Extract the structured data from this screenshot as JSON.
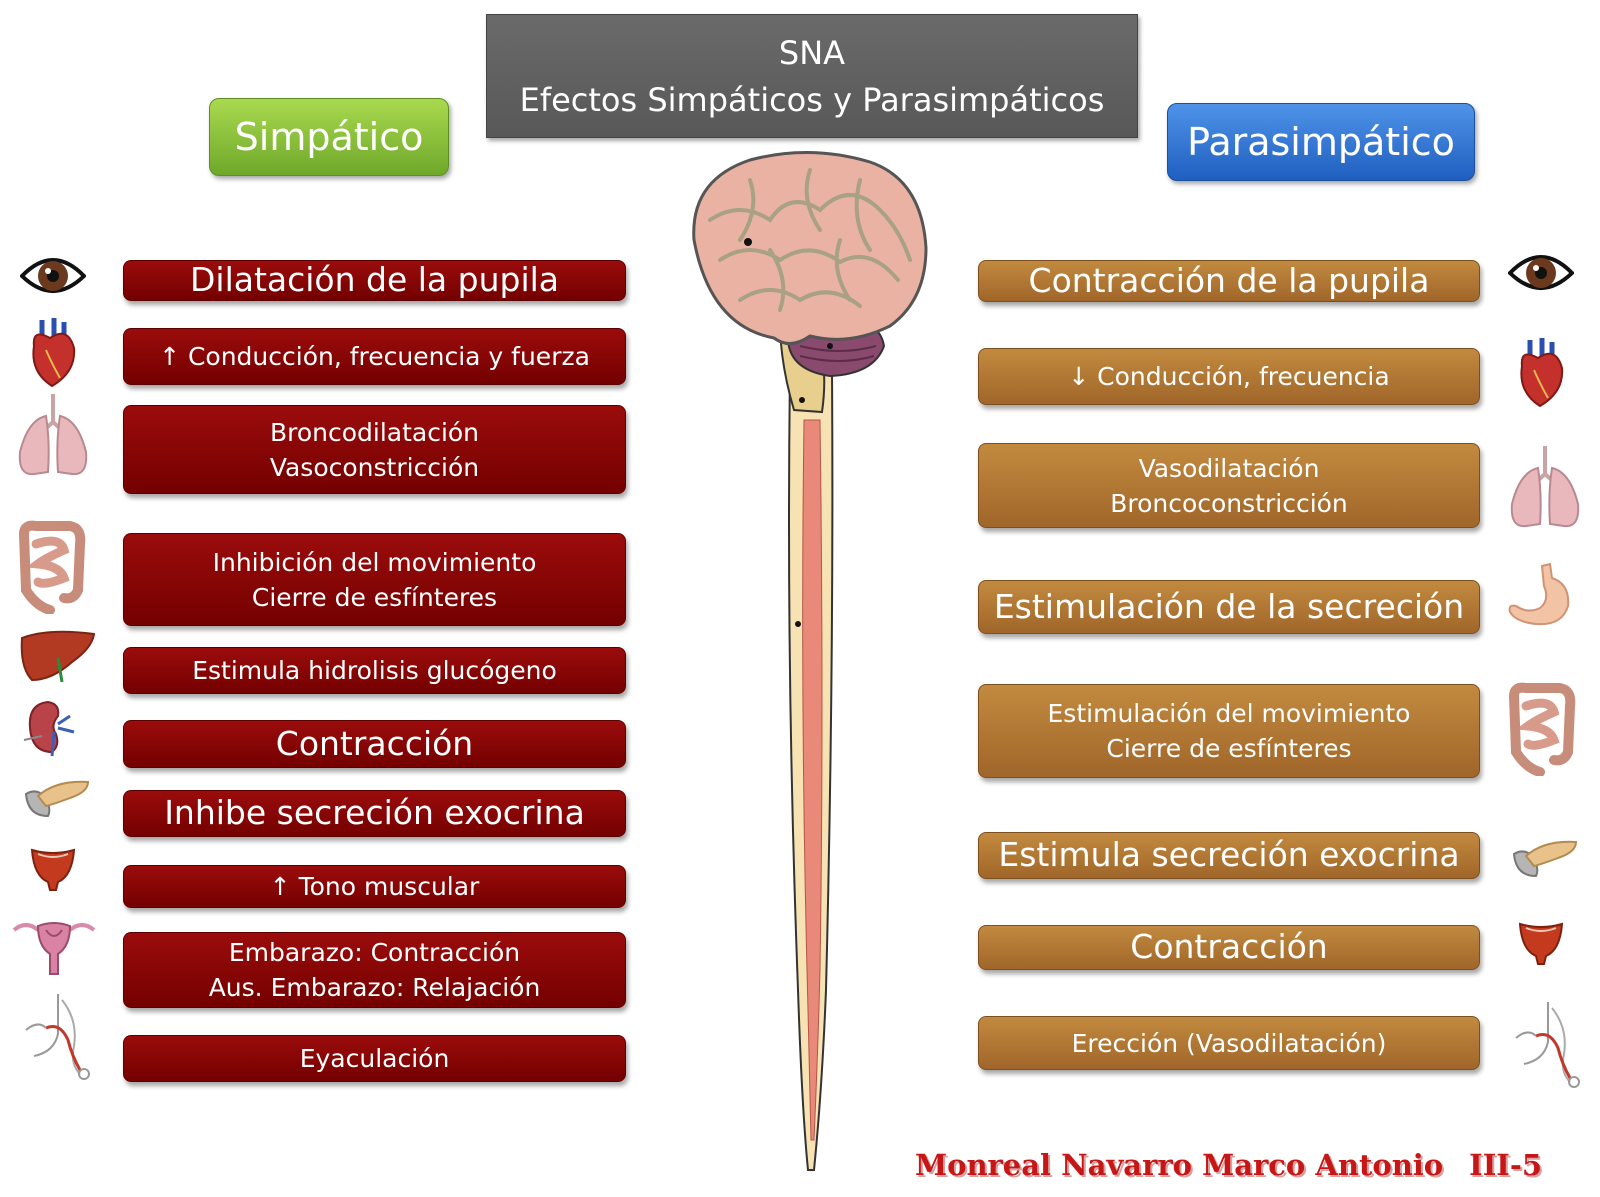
{
  "title": {
    "line1": "SNA",
    "line2": "Efectos Simpáticos y Parasimpáticos"
  },
  "headers": {
    "sympathetic": "Simpático",
    "parasympathetic": "Parasimpático"
  },
  "colors": {
    "sympathetic_header": "#8cc63e",
    "parasympathetic_header": "#2f74d4",
    "sympathetic_effect": "#8a0808",
    "parasympathetic_effect": "#b37632",
    "title_box": "#606060",
    "credit": "#c71616"
  },
  "sympathetic": [
    {
      "icon": "eye-icon",
      "lines": [
        "Dilatación de la pupila"
      ]
    },
    {
      "icon": "heart-icon",
      "lines": [
        "↑ Conducción, frecuencia y fuerza"
      ]
    },
    {
      "icon": "lungs-icon",
      "lines": [
        "Broncodilatación",
        "Vasoconstricción"
      ]
    },
    {
      "icon": "intestine-icon",
      "lines": [
        "Inhibición del movimiento",
        "Cierre de esfínteres"
      ]
    },
    {
      "icon": "liver-icon",
      "lines": [
        "Estimula hidrolisis glucógeno"
      ]
    },
    {
      "icon": "kidney-icon",
      "lines": [
        "Contracción"
      ]
    },
    {
      "icon": "pancreas-icon",
      "lines": [
        "Inhibe secreción exocrina"
      ]
    },
    {
      "icon": "bladder-icon",
      "lines": [
        "↑ Tono muscular"
      ]
    },
    {
      "icon": "uterus-icon",
      "lines": [
        "Embarazo: Contracción",
        "Aus. Embarazo: Relajación"
      ]
    },
    {
      "icon": "male-reproductive-icon",
      "lines": [
        "Eyaculación"
      ]
    }
  ],
  "parasympathetic": [
    {
      "icon": "eye-icon",
      "lines": [
        "Contracción de la pupila"
      ]
    },
    {
      "icon": "heart-icon",
      "lines": [
        "↓ Conducción, frecuencia"
      ]
    },
    {
      "icon": "lungs-icon",
      "lines": [
        "Vasodilatación",
        "Broncoconstricción"
      ]
    },
    {
      "icon": "stomach-icon",
      "lines": [
        "Estimulación de la secreción"
      ]
    },
    {
      "icon": "intestine-icon",
      "lines": [
        "Estimulación del movimiento",
        "Cierre de esfínteres"
      ]
    },
    {
      "icon": "pancreas-icon",
      "lines": [
        "Estimula secreción exocrina"
      ]
    },
    {
      "icon": "bladder-icon",
      "lines": [
        "Contracción"
      ]
    },
    {
      "icon": "male-reproductive-icon",
      "lines": [
        "Erección (Vasodilatación)"
      ]
    }
  ],
  "center_image": "brain-spinal-cord-icon",
  "credit": {
    "name": "Monreal Navarro Marco Antonio",
    "group": "III-5"
  }
}
